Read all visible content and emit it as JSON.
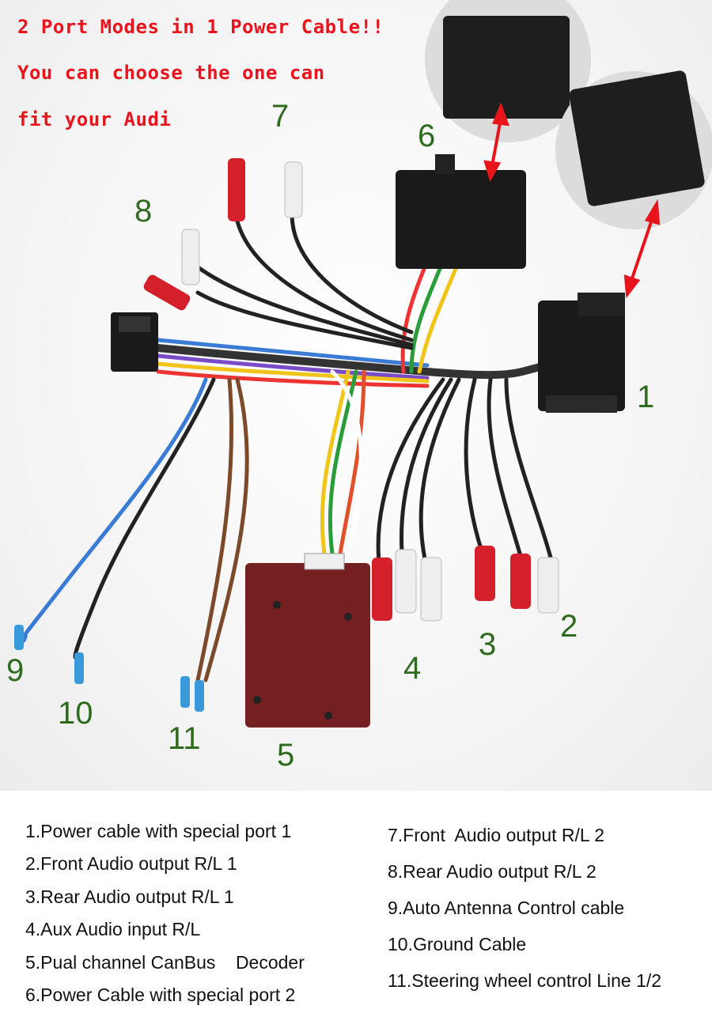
{
  "headline": [
    "2 Port Modes in 1 Power Cable!!",
    "You can choose the one can",
    "fit your Audi"
  ],
  "callouts": [
    "1",
    "2",
    "3",
    "4",
    "5",
    "6",
    "7",
    "8",
    "9",
    "10",
    "11"
  ],
  "legend_left": [
    "1.Power cable with special port 1",
    "2.Front Audio output R/L 1",
    "3.Rear Audio output R/L 1",
    "4.Aux Audio input R/L",
    "5.Pual channel CanBus    Decoder",
    "6.Power Cable with special port 2"
  ],
  "legend_right": [
    "7.Front  Audio output R/L 2",
    "8.Rear Audio output R/L 2",
    "9.Auto Antenna Control cable",
    "10.Ground Cable",
    "11.Steering wheel control Line 1/2"
  ],
  "colors": {
    "headline": "#e8141c",
    "callout": "#2f6b1f",
    "arrow": "#e8141c",
    "rca_red": "#d3202a",
    "rca_white": "#eeeeee",
    "connector": "#1a1a1a",
    "decoder": "#6e1414"
  }
}
